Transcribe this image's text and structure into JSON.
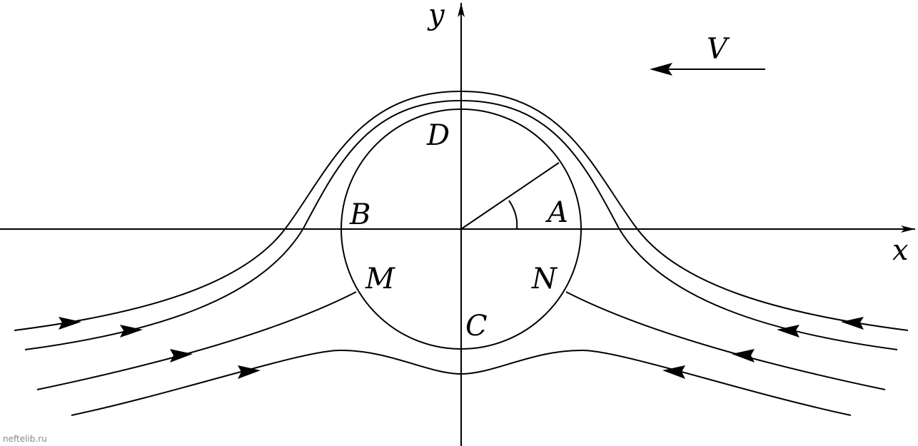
{
  "labels": {
    "y_axis": "y",
    "x_axis": "x",
    "velocity": "V",
    "point_a": "A",
    "point_b": "B",
    "point_c": "C",
    "point_d": "D",
    "point_m": "M",
    "point_n": "N"
  },
  "watermark": "neftelib.ru"
}
